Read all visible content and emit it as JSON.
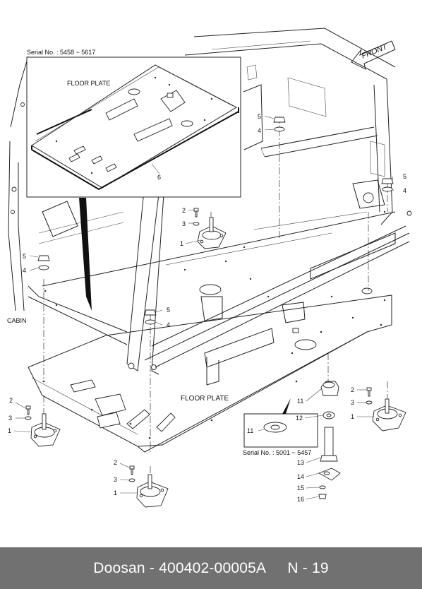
{
  "diagram": {
    "inset_top": {
      "serial": "Serial No. : 5458 ~ 5617",
      "title": "FLOOR PLATE",
      "callout": "6"
    },
    "inset_bottom": {
      "serial": "Serial No. : 5001 ~ 5457",
      "callout": "11"
    },
    "main_title": "FLOOR PLATE",
    "cabin_label": "CABIN",
    "front_label": "FRONT",
    "callouts": {
      "c1a": "1",
      "c1b": "1",
      "c1c": "1",
      "c1d": "1",
      "c2a": "2",
      "c2b": "2",
      "c2c": "2",
      "c2d": "2",
      "c3a": "3",
      "c3b": "3",
      "c3c": "3",
      "c3d": "3",
      "c4a": "4",
      "c4b": "4",
      "c4c": "4",
      "c4d": "4",
      "c5a": "5",
      "c5b": "5",
      "c5c": "5",
      "c5d": "5",
      "c11": "11",
      "c12": "12",
      "c13": "13",
      "c14": "14",
      "c15": "15",
      "c16": "16"
    }
  },
  "footer": {
    "brand": "Doosan",
    "separator": " - ",
    "part_number": "400402-00005A",
    "page": "N - 19"
  }
}
